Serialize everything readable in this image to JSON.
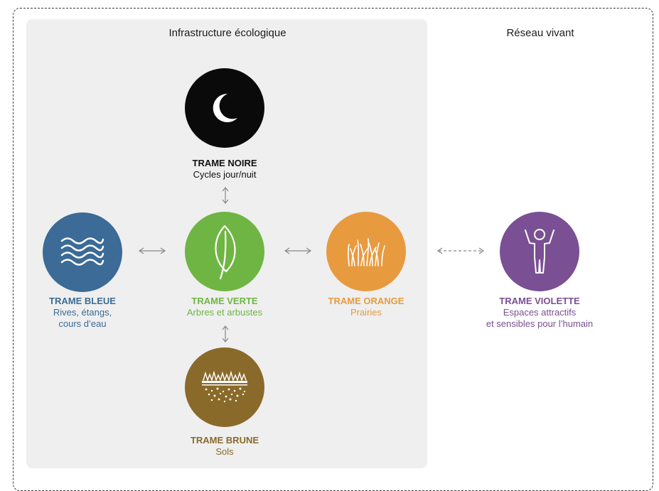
{
  "sections": {
    "infrastructure": "Infrastructure écologique",
    "reseau": "Réseau vivant"
  },
  "colors": {
    "noire": "#0a0a0a",
    "bleue": "#3b6b96",
    "verte": "#6fb543",
    "orange": "#e89a3f",
    "brune": "#8a6a2a",
    "violette": "#7a4f93",
    "panel": "#efefef"
  },
  "nodes": {
    "noire": {
      "name": "TRAME NOIRE",
      "desc": "Cycles jour/nuit",
      "icon": "moon-icon"
    },
    "bleue": {
      "name": "TRAME BLEUE",
      "desc1": "Rives, étangs,",
      "desc2": "cours d’eau",
      "icon": "waves-icon"
    },
    "verte": {
      "name": "TRAME VERTE",
      "desc": "Arbres et arbustes",
      "icon": "leaf-icon"
    },
    "orange": {
      "name": "TRAME ORANGE",
      "desc": "Prairies",
      "icon": "grass-icon"
    },
    "brune": {
      "name": "TRAME BRUNE",
      "desc": "Sols",
      "icon": "soil-icon"
    },
    "violette": {
      "name": "TRAME VIOLETTE",
      "desc1": "Espaces attractifs",
      "desc2": "et sensibles pour l’humain",
      "icon": "person-icon"
    }
  }
}
